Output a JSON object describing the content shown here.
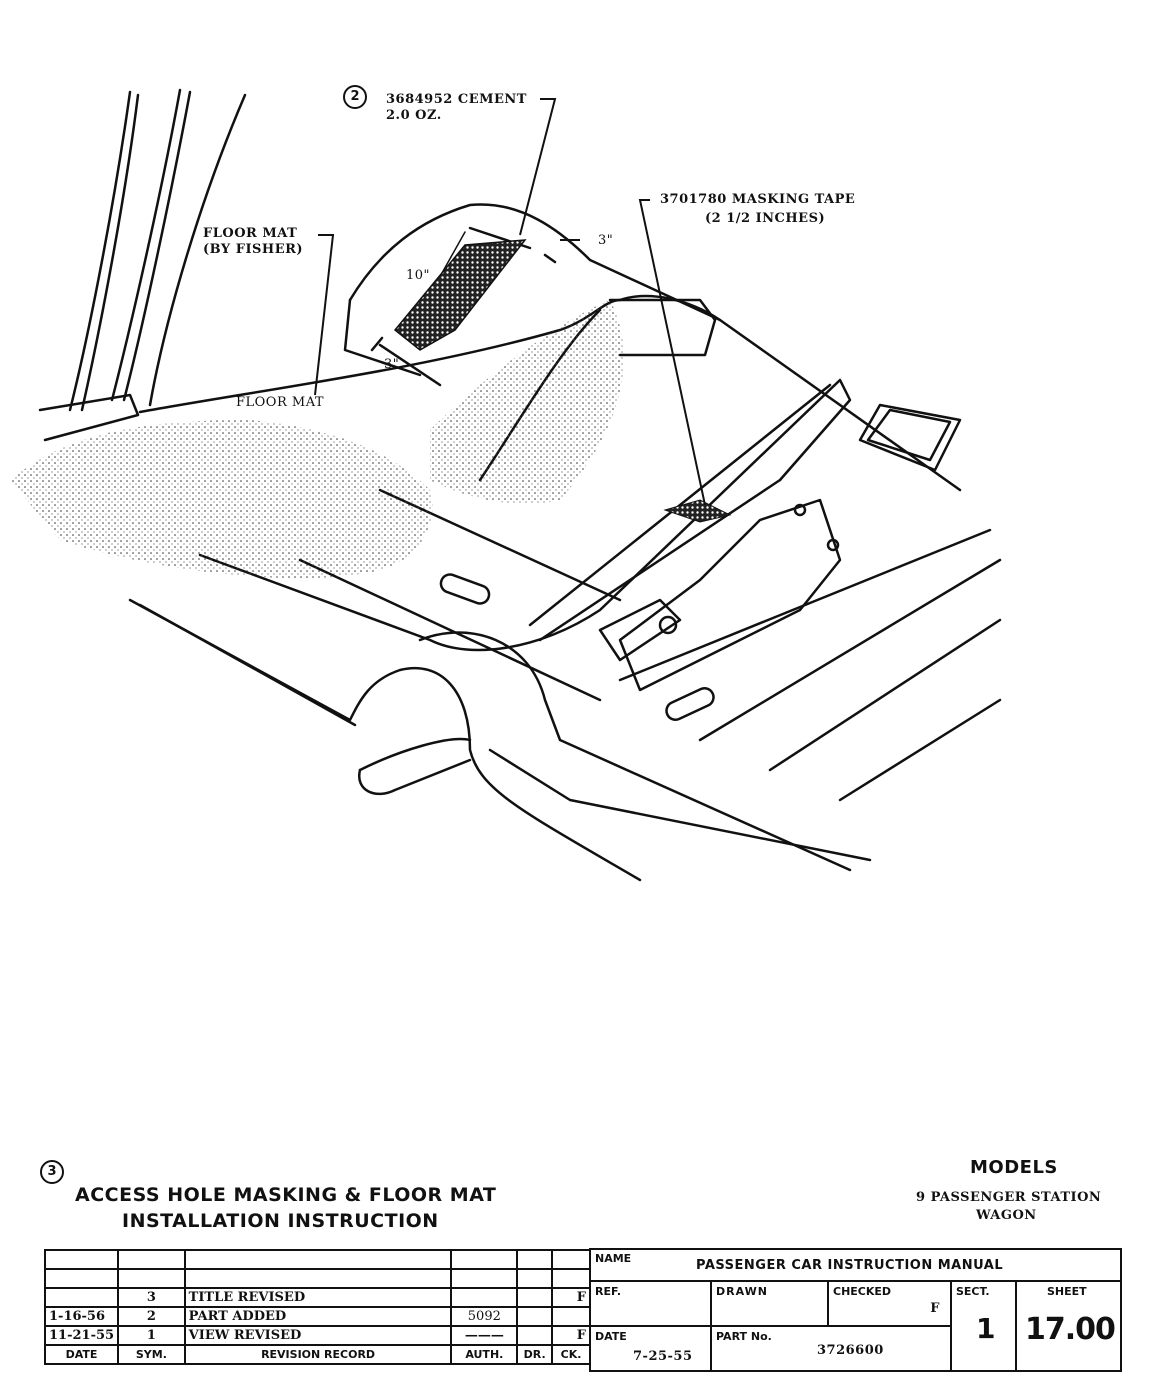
{
  "callouts": {
    "cement_marker": "2",
    "cement_part": "3684952  CEMENT",
    "cement_qty": "2.0  OZ.",
    "masking_part": "3701780  MASKING TAPE",
    "masking_size": "(2 1/2 INCHES)",
    "floor_mat": "FLOOR MAT",
    "floor_mat_by": "(BY FISHER)",
    "floor_mat_lower": "FLOOR MAT",
    "dim_10": "10\"",
    "dim_3_right": "3\"",
    "dim_3_bottom": "3\""
  },
  "title": {
    "marker": "3",
    "line1": "ACCESS HOLE MASKING & FLOOR MAT",
    "line2": "INSTALLATION INSTRUCTION"
  },
  "models": {
    "heading": "MODELS",
    "line1": "9 PASSENGER STATION",
    "line2": "WAGON"
  },
  "revisions": {
    "headers": {
      "date": "DATE",
      "sym": "SYM.",
      "record": "REVISION RECORD",
      "auth": "AUTH.",
      "dr": "DR.",
      "ck": "CK."
    },
    "rows": [
      {
        "date": "",
        "sym": "",
        "record": "",
        "auth": "",
        "dr": "",
        "ck": ""
      },
      {
        "date": "",
        "sym": "",
        "record": "",
        "auth": "",
        "dr": "",
        "ck": ""
      },
      {
        "date": "",
        "sym": "3",
        "record": "TITLE REVISED",
        "auth": "",
        "dr": "",
        "ck": "F"
      },
      {
        "date": "1-16-56",
        "sym": "2",
        "record": "PART ADDED",
        "auth": "5092",
        "dr": "",
        "ck": ""
      },
      {
        "date": "11-21-55",
        "sym": "1",
        "record": "VIEW REVISED",
        "auth": "———",
        "dr": "",
        "ck": "F"
      }
    ]
  },
  "title_block": {
    "name_label": "NAME",
    "name_value": "PASSENGER CAR INSTRUCTION MANUAL",
    "ref_label": "REF.",
    "drawn_label": "DRAWN",
    "checked_label": "CHECKED",
    "checked_value": "F",
    "sect_label": "SECT.",
    "sect_value": "1",
    "sheet_label": "SHEET",
    "sheet_value": "17.00",
    "date_label": "DATE",
    "date_value": "7-25-55",
    "part_label": "PART No.",
    "part_value": "3726600"
  }
}
